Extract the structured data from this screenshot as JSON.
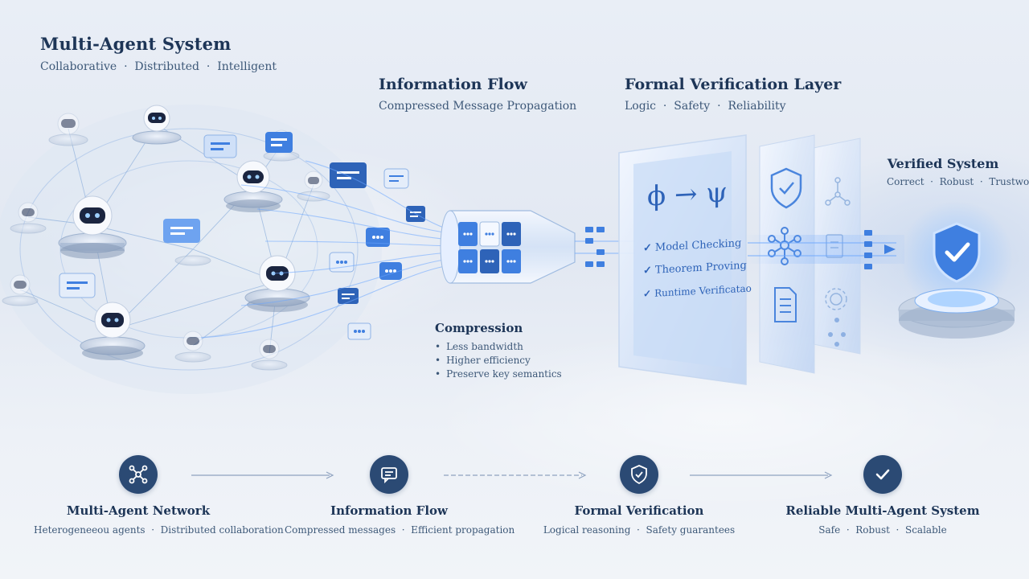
{
  "multi_agent_system": {
    "title": "Multi-Agent System",
    "subtitle": "Collaborative  ·  Distributed  ·  Intelligent"
  },
  "information_flow": {
    "title": "Information Flow",
    "subtitle": "Compressed Message Propagation"
  },
  "formal_verification": {
    "title": "Formal Verification Layer",
    "subtitle": "Logic  ·  Safety  ·  Reliability",
    "formula": "ϕ → ψ",
    "checks": [
      "Model Checking",
      "Theorem Proving",
      "Runtime Verificatao"
    ]
  },
  "verified_system": {
    "title": "Verified System",
    "subtitle": "Correct  ·  Robust  ·  Trustworthy"
  },
  "compression": {
    "title": "Compression",
    "items": [
      "Less bandwidth",
      "Higher efficiency",
      "Preserve key semantics"
    ]
  },
  "pipeline": [
    {
      "label": "Multi-Agent Network",
      "desc": "Heterogeneeou agents  ·  Distributed collaboration",
      "icon": "network-icon"
    },
    {
      "label": "Information Flow",
      "desc": "Compressed messages  ·  Efficient propagation",
      "icon": "message-icon"
    },
    {
      "label": "Formal Verification",
      "desc": "Logical reasoning  ·  Safety guarantees",
      "icon": "shield-check-icon"
    },
    {
      "label": "Reliable Multi-Agent System",
      "desc": "Safe  ·  Robust  ·  Scalable",
      "icon": "check-icon"
    }
  ],
  "colors": {
    "navy": "#2b4a74",
    "accent_blue": "#3f7fe0",
    "glow": "#8ec0ff"
  }
}
